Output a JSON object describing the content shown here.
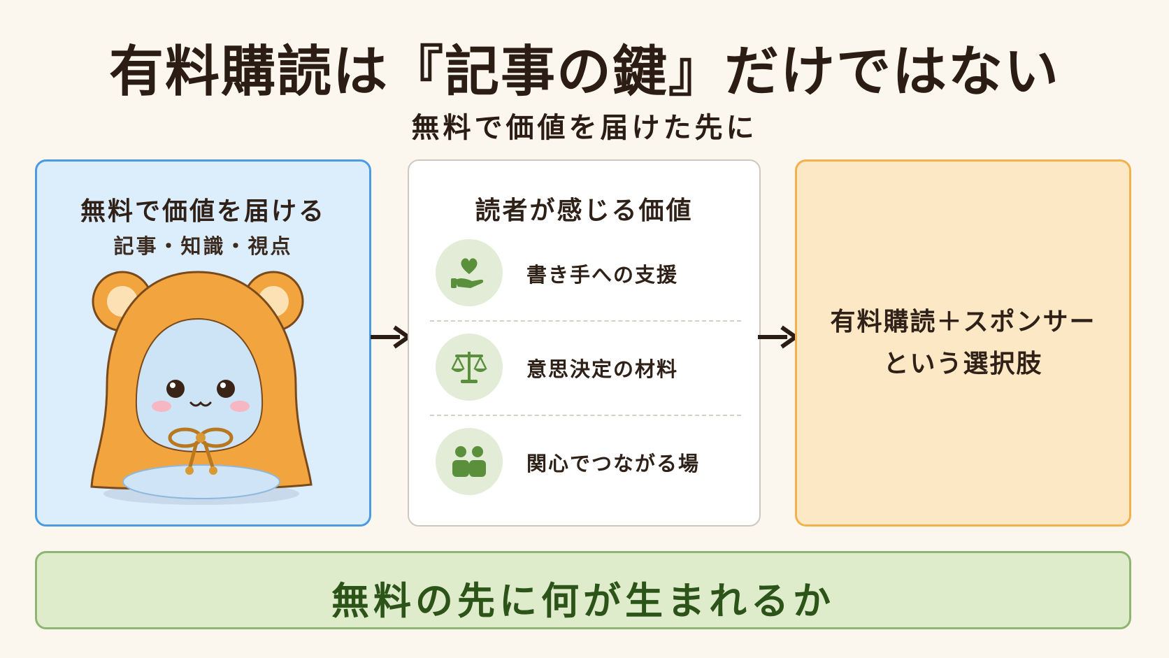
{
  "header": {
    "title": "有料購読は『記事の鍵』だけではない",
    "subtitle": "無料で価値を届けた先に"
  },
  "left_panel": {
    "title": "無料で価値を届ける",
    "subtitle": "記事・知識・視点"
  },
  "middle_panel": {
    "title": "読者が感じる価値",
    "items": [
      {
        "label": "書き手への支援",
        "icon": "heart-hand-icon"
      },
      {
        "label": "意思決定の材料",
        "icon": "scales-icon"
      },
      {
        "label": "関心でつながる場",
        "icon": "people-icon"
      }
    ]
  },
  "right_panel": {
    "line1": "有料購読＋スポンサー",
    "line2": "という選択肢"
  },
  "banner": {
    "text": "無料の先に何が生まれるか"
  },
  "colors": {
    "background": "#fbf6ee",
    "left_panel_fill": "#dcedfb",
    "left_panel_border": "#4a9be0",
    "right_panel_fill": "#fde8c6",
    "right_panel_border": "#f3b14e",
    "banner_fill": "#deeccc",
    "banner_text": "#2c5418",
    "icon_green": "#5a8f3c"
  }
}
